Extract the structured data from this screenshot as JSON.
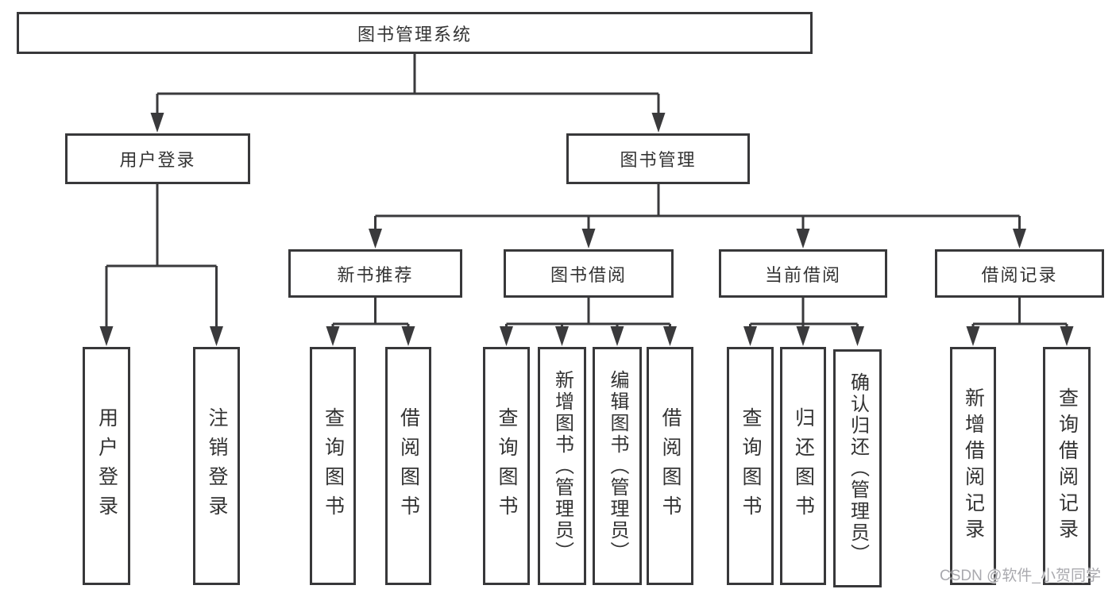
{
  "diagram": {
    "title": "图书管理系统",
    "level2": {
      "user_login": "用户登录",
      "book_management": "图书管理"
    },
    "level3": {
      "new_book_recommend": "新书推荐",
      "book_borrow": "图书借阅",
      "current_borrow": "当前借阅",
      "borrow_records": "借阅记录"
    },
    "leaves": {
      "user_login": "用户登录",
      "logout": "注销登录",
      "nbr_query_books": "查询图书",
      "nbr_borrow_books": "借阅图书",
      "bb_query_books": "查询图书",
      "bb_add_books": "新增图书（管理员）",
      "bb_edit_books": "编辑图书（管理员）",
      "bb_borrow_books": "借阅图书",
      "cb_query_books": "查询图书",
      "cb_return_books": "归还图书",
      "cb_confirm_return": "确认归还（管理员）",
      "br_add_record": "新增借阅记录",
      "br_query_record": "查询借阅记录"
    },
    "watermark": "CSDN @软件_小贺同学",
    "colors": {
      "line": "#3a3a3c",
      "box_border": "#38383a",
      "text": "#333333",
      "background": "#ffffff",
      "watermark": "#a9a9ae"
    }
  }
}
